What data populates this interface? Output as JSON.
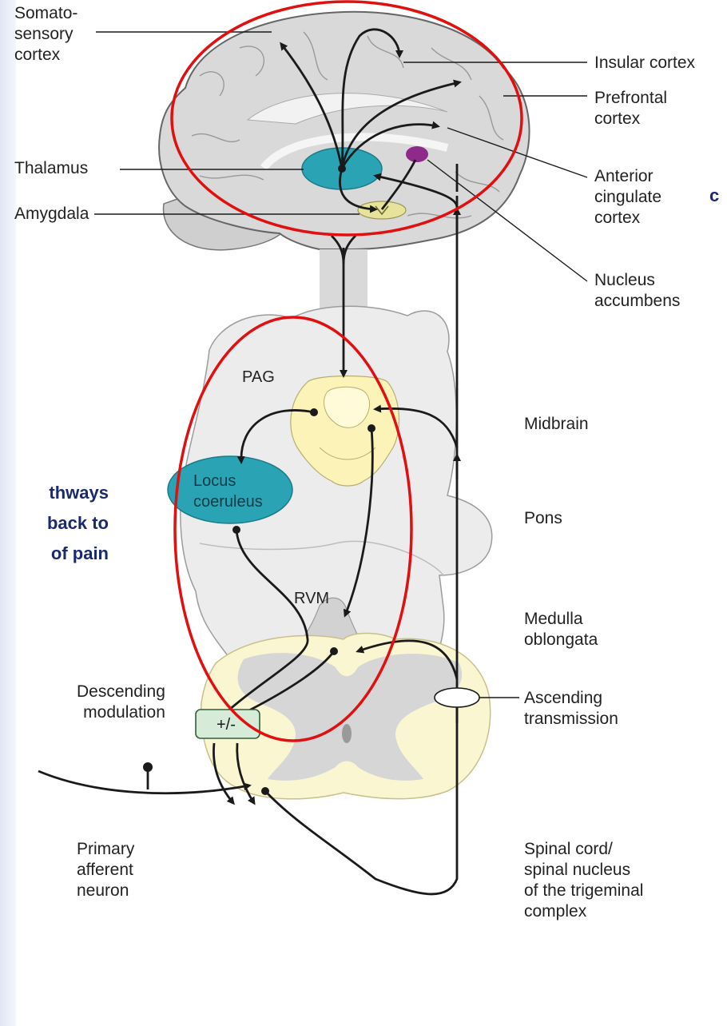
{
  "labels": {
    "somatosensory": "Somato-\nsensory\ncortex",
    "insular": "Insular cortex",
    "prefrontal": "Prefrontal\ncortex",
    "thalamus": "Thalamus",
    "amygdala": "Amygdala",
    "anterior_cingulate": "Anterior\ncingulate\ncortex",
    "nucleus_accumbens": "Nucleus\naccumbens",
    "midbrain": "Midbrain",
    "pons": "Pons",
    "medulla": "Medulla\noblongata",
    "descending": "Descending\nmodulation",
    "ascending": "Ascending\ntransmission",
    "primary_afferent": "Primary\nafferent\nneuron",
    "spinal_cord": "Spinal cord/\nspinal nucleus\nof the trigeminal\ncomplex"
  },
  "inner_labels": {
    "pag": "PAG",
    "locus_line1": "Locus",
    "locus_line2": "coeruleus",
    "rvm": "RVM",
    "modulation_sign": "+/-"
  },
  "overlay_text": {
    "left_lines": "thways\nback to\nof pain",
    "right_fragment": "c"
  },
  "colors": {
    "highlight_circle": "#e01010",
    "overlay_text": "#1a2a6c",
    "thalamus": "#2aa3b5",
    "nucleus_accumbens": "#8e2a8a",
    "amygdala": "#e8e39a",
    "pag": "#fbf3b8",
    "spinal_cord_outer": "#fbf6d2",
    "spinal_cord_grey": "#d6d6d6",
    "brain_fill": "#d9d9d9",
    "brainstem_fill": "#ececec"
  }
}
